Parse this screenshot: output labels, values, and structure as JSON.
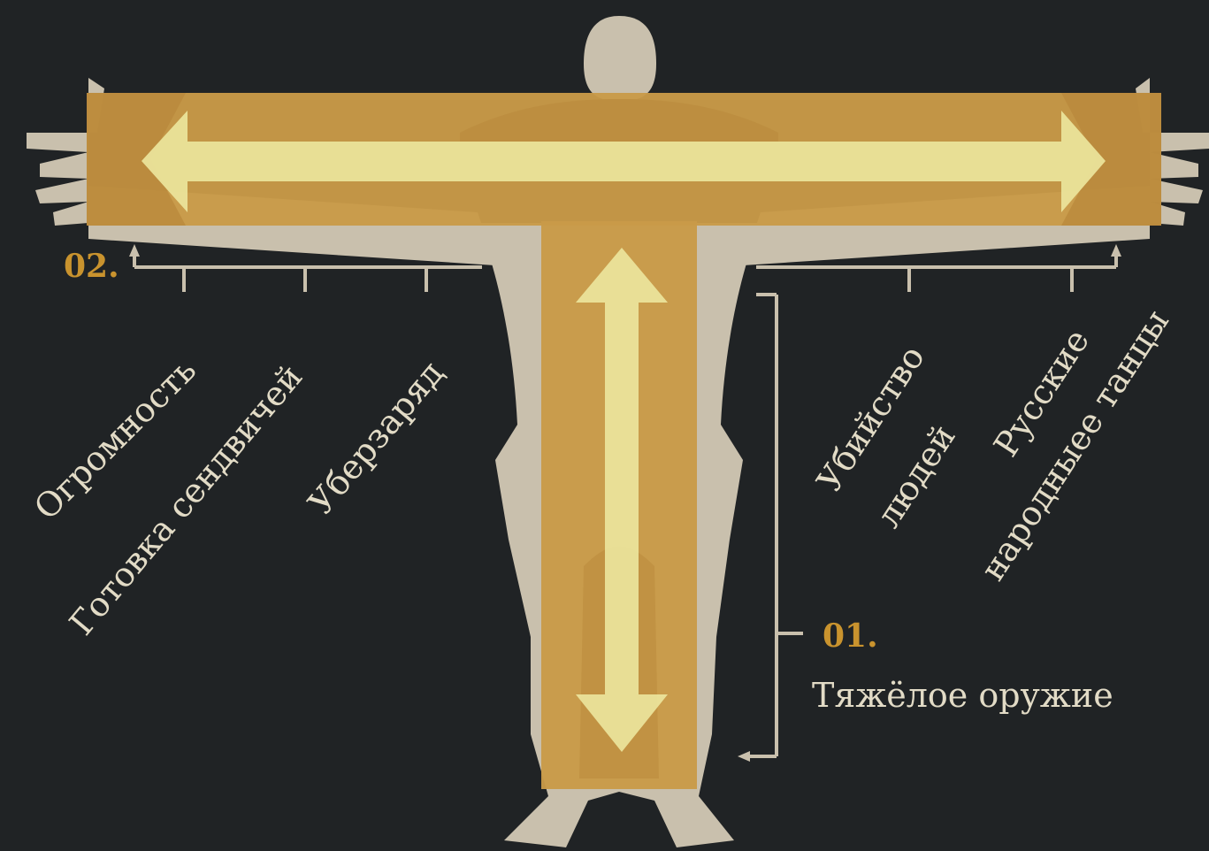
{
  "palette": {
    "background": "#202325",
    "silhouette": "#c9c0ad",
    "t_band": "#c99a48",
    "arrow": "#ece59c",
    "label_text": "#e2dbc6",
    "number_text": "#c9932e",
    "axis_line": "#c9c0ad"
  },
  "axis_02": {
    "number": "02.",
    "labels": [
      "Огромность",
      "Готовка сендвичей",
      "Уберзаряд",
      "Убийство людей",
      "Русские народныее танцы"
    ]
  },
  "axis_01": {
    "number": "01.",
    "label": "Тяжёлое оружие"
  },
  "labels": {
    "hugeness": "Огромность",
    "sandwich_cooking": "Готовка сендвичей",
    "ubercharge": "Уберзаряд",
    "killing_people_1": "Убийство",
    "killing_people_2": "людей",
    "russian_dances_1": "Русские",
    "russian_dances_2": "народныее танцы"
  }
}
